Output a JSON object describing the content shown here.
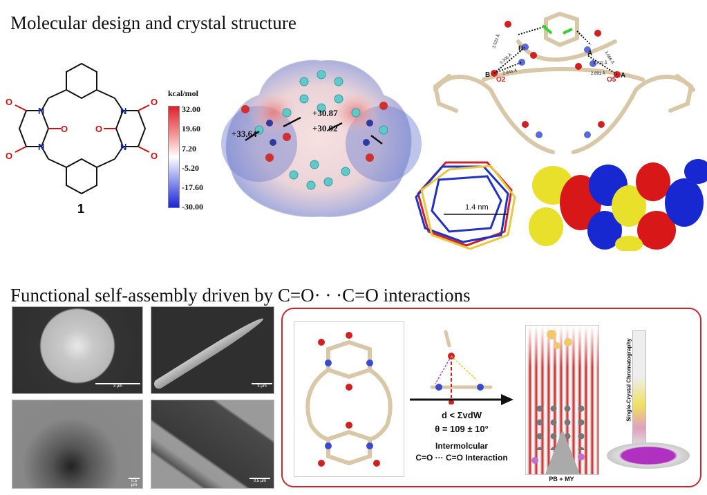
{
  "titles": {
    "top": "Molecular design and crystal structure",
    "bottom": "Functional self-assembly driven by C=O· · ·C=O interactions"
  },
  "molecule": {
    "label": "1",
    "atom_labels": [
      "N",
      "N",
      "N",
      "N",
      "O",
      "O",
      "O",
      "O",
      "O",
      "O"
    ]
  },
  "color_scale": {
    "unit": "kcal/mol",
    "ticks": [
      "32.00",
      "19.60",
      "7.20",
      "-5.20",
      "-17.60",
      "-30.00"
    ],
    "colors": {
      "max": "#e0202a",
      "mid": "#ffffff",
      "min": "#1a22d8"
    }
  },
  "esp_map": {
    "values": [
      "+30.87",
      "+33.64",
      "+30.92"
    ]
  },
  "crystal": {
    "labels": [
      "B",
      "B",
      "O2",
      "A",
      "A",
      "O5"
    ],
    "distances": [
      "3.532 Å",
      "3.306 Å",
      "2.846 Å",
      "3.066 Å",
      "3.222 Å",
      "2.891 Å"
    ],
    "pore_size": "1.4 nm"
  },
  "sem": {
    "scale_bars": [
      "3 μm",
      "3 μm",
      "0.5 μm",
      "0.5 μm"
    ]
  },
  "scheme": {
    "condition_1": "d < ΣvdW",
    "condition_2": "θ = 109 ± 10°",
    "interaction_1": "Intermolcular",
    "interaction_2": "C=O ··· C=O Interaction",
    "mixture": "PB + MY",
    "chromatography": "Single-Crystal Chromatography",
    "border_color": "#c8282d"
  }
}
